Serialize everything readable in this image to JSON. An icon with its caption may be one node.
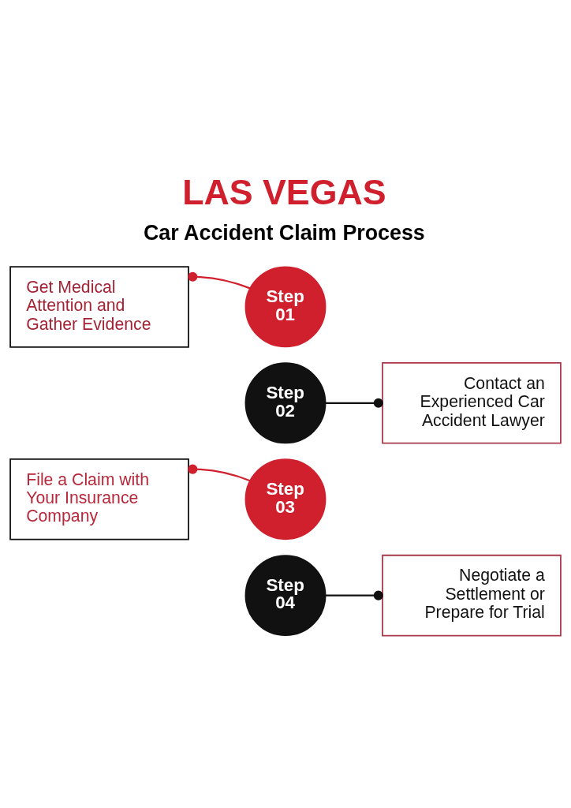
{
  "diagram": {
    "title": "LAS VEGAS",
    "nodes": [
      {
        "text": [
          "Step 01"
        ]
      },
      {
        "text": [
          "Get Medical Attention and Gather Evidence"
        ]
      },
      {
        "text": [
          "Step 02"
        ]
      },
      {
        "text": [
          "Contact an Experienced Car Accident Lawyer"
        ]
      },
      {
        "text": [
          "Step 03"
        ]
      },
      {
        "text": [
          "File a Claim with Your Insurance Company"
        ]
      },
      {
        "text": [
          "Step 04"
        ]
      },
      {
        "text": [
          "Negotiate a Settlement or Prepare for Trial"
        ]
      }
    ],
    "edges": [
      {
        "from": 0,
        "to": 1,
        "arrow": "other",
        "color": "#d0202e"
      },
      {
        "from": 2,
        "to": 3,
        "arrow": "other",
        "color": "#111111"
      },
      {
        "from": 4,
        "to": 5,
        "arrow": "other",
        "color": "#d0202e"
      },
      {
        "from": 6,
        "to": 7,
        "arrow": "other",
        "color": "#111111"
      }
    ],
    "labels": [
      "Car Accident Claim Process"
    ]
  }
}
